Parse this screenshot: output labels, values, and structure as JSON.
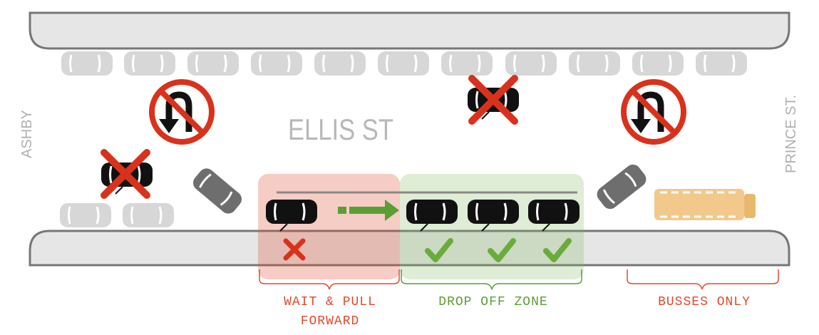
{
  "streets": {
    "main": "ELLIS ST",
    "left": "ASHBY",
    "right": "PRINCE ST."
  },
  "zones": [
    {
      "id": "wait",
      "label_line1": "WAIT & PULL",
      "label_line2": "FORWARD",
      "color": "#e04a2c",
      "fill": "#f3c5bf"
    },
    {
      "id": "dropoff",
      "label_line1": "DROP OFF ZONE",
      "color": "#5a9e35",
      "fill": "#d9e8cf"
    },
    {
      "id": "busses",
      "label_line1": "BUSSES ONLY",
      "color": "#e04a2c"
    }
  ],
  "colors": {
    "curb": "#e6e6e6",
    "curb_edge": "#777777",
    "parked_car": "#d7d7d7",
    "prohibited": "#d9321c",
    "arrow": "#5a9e35",
    "check": "#6aac3a",
    "bus": "#f2c98a"
  },
  "icons": [
    "no-u-turn-icon",
    "prohibited-car-icon",
    "car-icon",
    "bus-icon",
    "checkmark-icon",
    "x-mark-icon",
    "arrow-right-icon"
  ]
}
